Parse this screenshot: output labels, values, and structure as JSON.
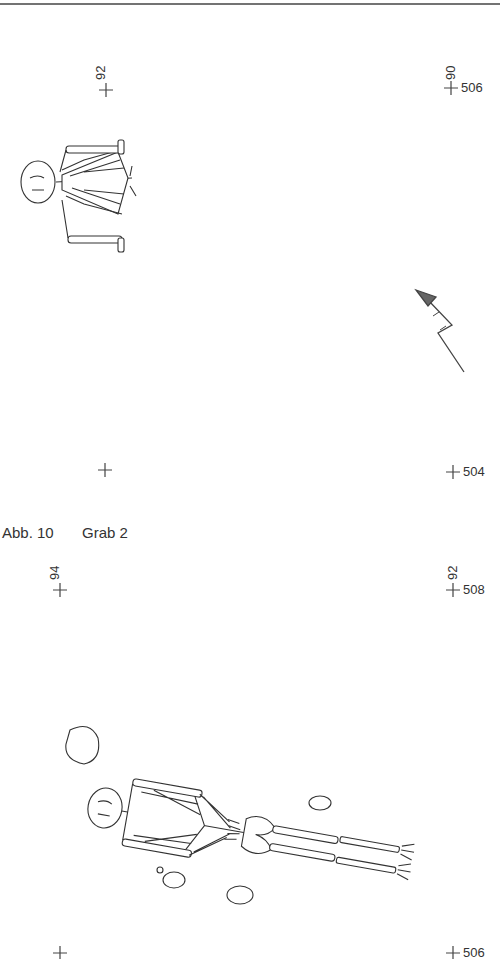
{
  "diagram": {
    "labels": [
      "92",
      "90",
      "506",
      "504",
      "Abb. 10",
      "Grab 2",
      "94",
      "92",
      "508",
      "506"
    ]
  }
}
